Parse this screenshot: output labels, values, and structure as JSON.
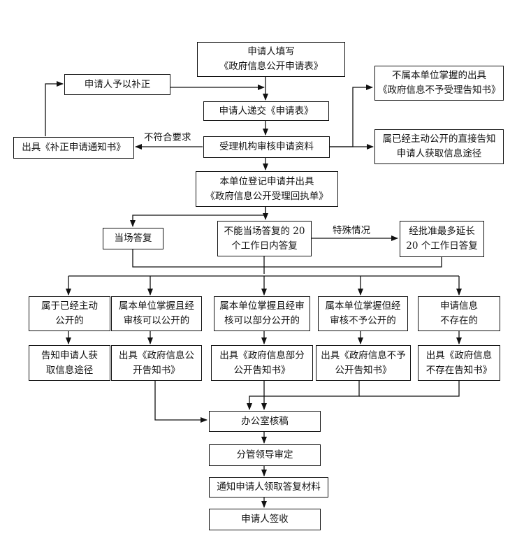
{
  "boxes": {
    "apply_fill": [
      "申请人填写",
      "《政府信息公开申请表》"
    ],
    "applicant_correct": [
      "申请人予以补正"
    ],
    "submit_form": [
      "申请人递交《申请表》"
    ],
    "review_materials": [
      "受理机构审核申请资料"
    ],
    "issue_correction_notice": [
      "出具《补正申请通知书》"
    ],
    "not_held_notice": [
      "不属本单位掌握的出具",
      "《政府信息不予受理告知书》"
    ],
    "already_public_notice": [
      "属已经主动公开的直接告知",
      "申请人获取信息途径"
    ],
    "register_receipt": [
      "本单位登记申请并出具",
      "《政府信息公开受理回执单》"
    ],
    "reply_on_spot": [
      "当场答复"
    ],
    "reply_20_days": [
      "不能当场答复的 20",
      "个工作日内答复"
    ],
    "extend_20_days": [
      "经批准最多延长",
      "20 个工作日答复"
    ],
    "cat_proactively_public": [
      "属于已经主动",
      "公开的"
    ],
    "cat_can_disclose": [
      "属本单位掌握且经",
      "审核可以公开的"
    ],
    "cat_partial_disclose": [
      "属本单位掌握且经审",
      "核可以部分公开的"
    ],
    "cat_not_disclose": [
      "属本单位掌握但经",
      "审核不予公开的"
    ],
    "cat_not_exist": [
      "申请信息",
      "不存在的"
    ],
    "out_inform_channel": [
      "告知申请人获",
      "取信息途径"
    ],
    "out_disclose_notice": [
      "出具《政府信息公",
      "开告知书》"
    ],
    "out_partial_notice": [
      "出具《政府信息部分",
      "公开告知书》"
    ],
    "out_not_disclose_notice": [
      "出具《政府信息不予",
      "公开告知书》"
    ],
    "out_not_exist_notice": [
      "出具《政府信息",
      "不存在告知书》"
    ],
    "office_check": [
      "办公室核稿"
    ],
    "leader_approve": [
      "分管领导审定"
    ],
    "notify_collect": [
      "通知申请人领取答复材料"
    ],
    "applicant_sign": [
      "申请人签收"
    ]
  },
  "labels": {
    "not_meet_requirements": "不符合要求",
    "special_case": "特殊情况"
  },
  "colors": {
    "line": "#111111",
    "background": "#ffffff"
  }
}
